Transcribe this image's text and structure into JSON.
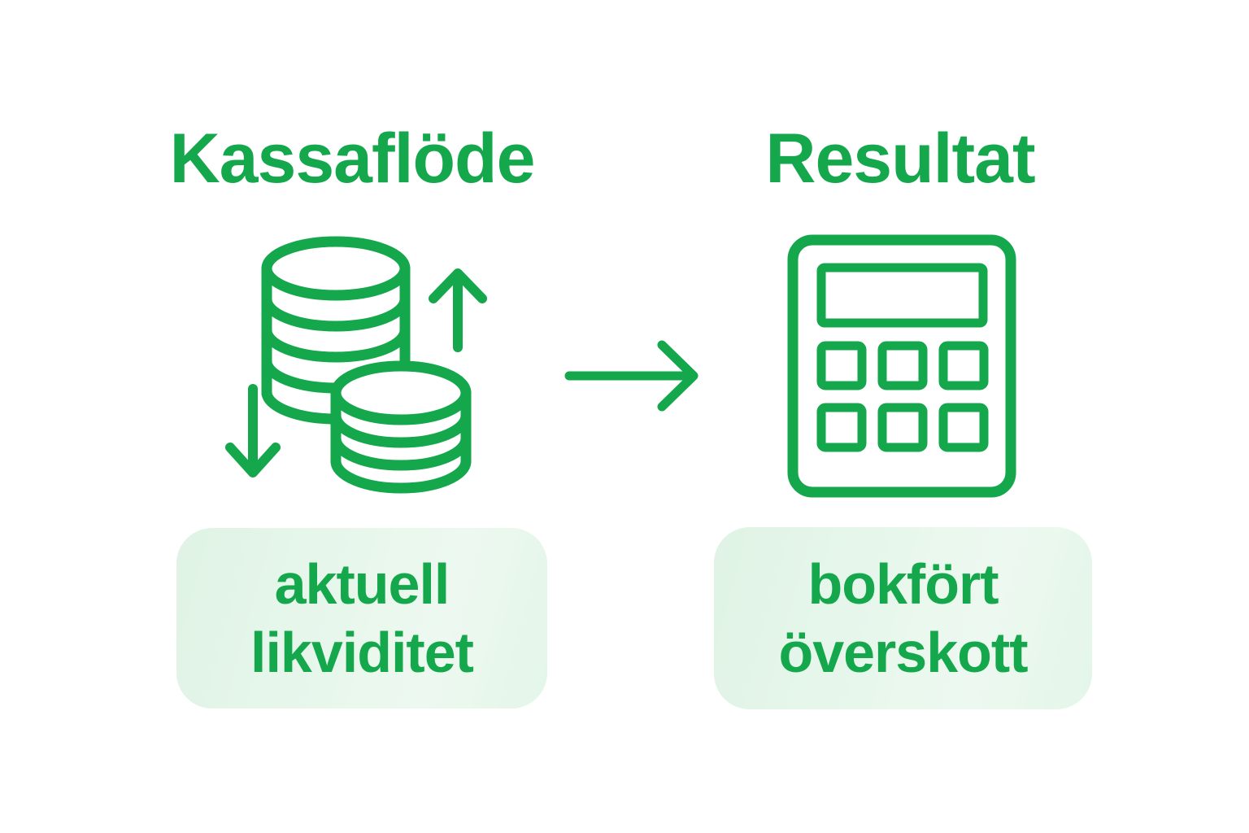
{
  "palette": {
    "accent_green": "#15a74c",
    "box_background_start": "#dff3e5",
    "box_background_end": "#edf9f0",
    "page_background": "#ffffff"
  },
  "left_column": {
    "title": "Kassaflöde",
    "icon": "coins-with-up-down-arrows-icon",
    "label_lines": [
      "aktuell",
      "likviditet"
    ]
  },
  "connector": {
    "icon": "right-arrow-icon"
  },
  "right_column": {
    "title": "Resultat",
    "icon": "calculator-icon",
    "label_lines": [
      "bokfört",
      "överskott"
    ]
  }
}
